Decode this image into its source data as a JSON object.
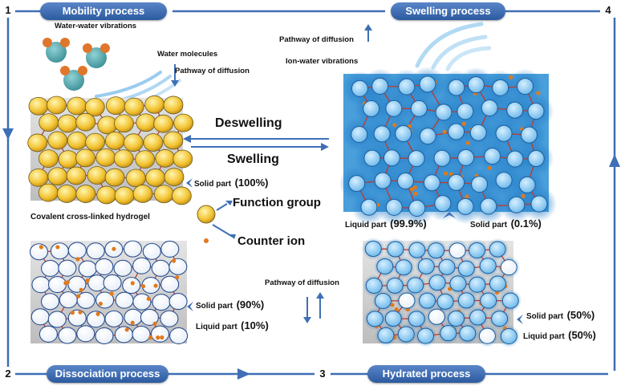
{
  "processes": {
    "mobility": "Mobility process",
    "swelling": "Swelling process",
    "dissociation": "Dissociation process",
    "hydrated": "Hydrated process"
  },
  "step_numbers": [
    "1",
    "2",
    "3",
    "4"
  ],
  "labels": {
    "water_water_vibrations": "Water-water vibrations",
    "water_molecules": "Water molecules",
    "pathway_of_diffusion": "Pathway of diffusion",
    "ion_water_vibrations": "Ion-water vibrations",
    "deswelling": "Deswelling",
    "swelling": "Swelling",
    "covalent_hydrogel": "Covalent cross-linked hydrogel",
    "function_group": "Function group",
    "counter_ion": "Counter ion"
  },
  "panels": {
    "top_left": {
      "solid_label": "Solid part",
      "solid_value": "(100%)"
    },
    "top_right": {
      "liquid_label": "Liquid part",
      "liquid_value": "(99.9%)",
      "solid_label": "Solid part",
      "solid_value": "(0.1%)"
    },
    "bottom_left": {
      "solid_label": "Solid part",
      "solid_value": "(90%)",
      "liquid_label": "Liquid part",
      "liquid_value": "(10%)"
    },
    "bottom_right": {
      "solid_label": "Solid part",
      "solid_value": "(50%)",
      "liquid_label": "Liquid part",
      "liquid_value": "(50%)"
    }
  },
  "colors": {
    "cycle_line": "#3f6fb5",
    "function_group": "#f2c230",
    "counter_ion": "#e07a1c",
    "crosslink": "#c0392b",
    "swollen_bead": "#7fc3ef",
    "swollen_glow": "#1f7ac7"
  }
}
